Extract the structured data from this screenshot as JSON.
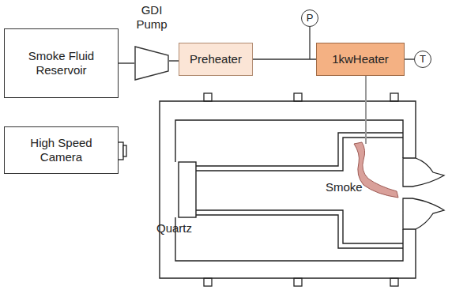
{
  "diagram": {
    "nodes": [
      {
        "text": [
          "Smoke Fluid Reservoir"
        ]
      },
      {
        "text": [
          "GDI Pump"
        ]
      },
      {
        "text": [
          "Preheater"
        ]
      },
      {
        "text": [
          "P"
        ]
      },
      {
        "text": [
          "1kwHeater"
        ]
      },
      {
        "text": [
          "T"
        ]
      },
      {
        "text": [
          "High Speed Camera"
        ]
      }
    ],
    "edges": [
      {
        "from": 0,
        "to": 1,
        "arrow": "none"
      },
      {
        "from": 1,
        "to": 2,
        "arrow": "none"
      },
      {
        "from": 2,
        "to": 4,
        "arrow": "none"
      },
      {
        "from": 4,
        "to": 5,
        "arrow": "none"
      }
    ],
    "labels": [
      "Smoke",
      "Quartz"
    ]
  }
}
